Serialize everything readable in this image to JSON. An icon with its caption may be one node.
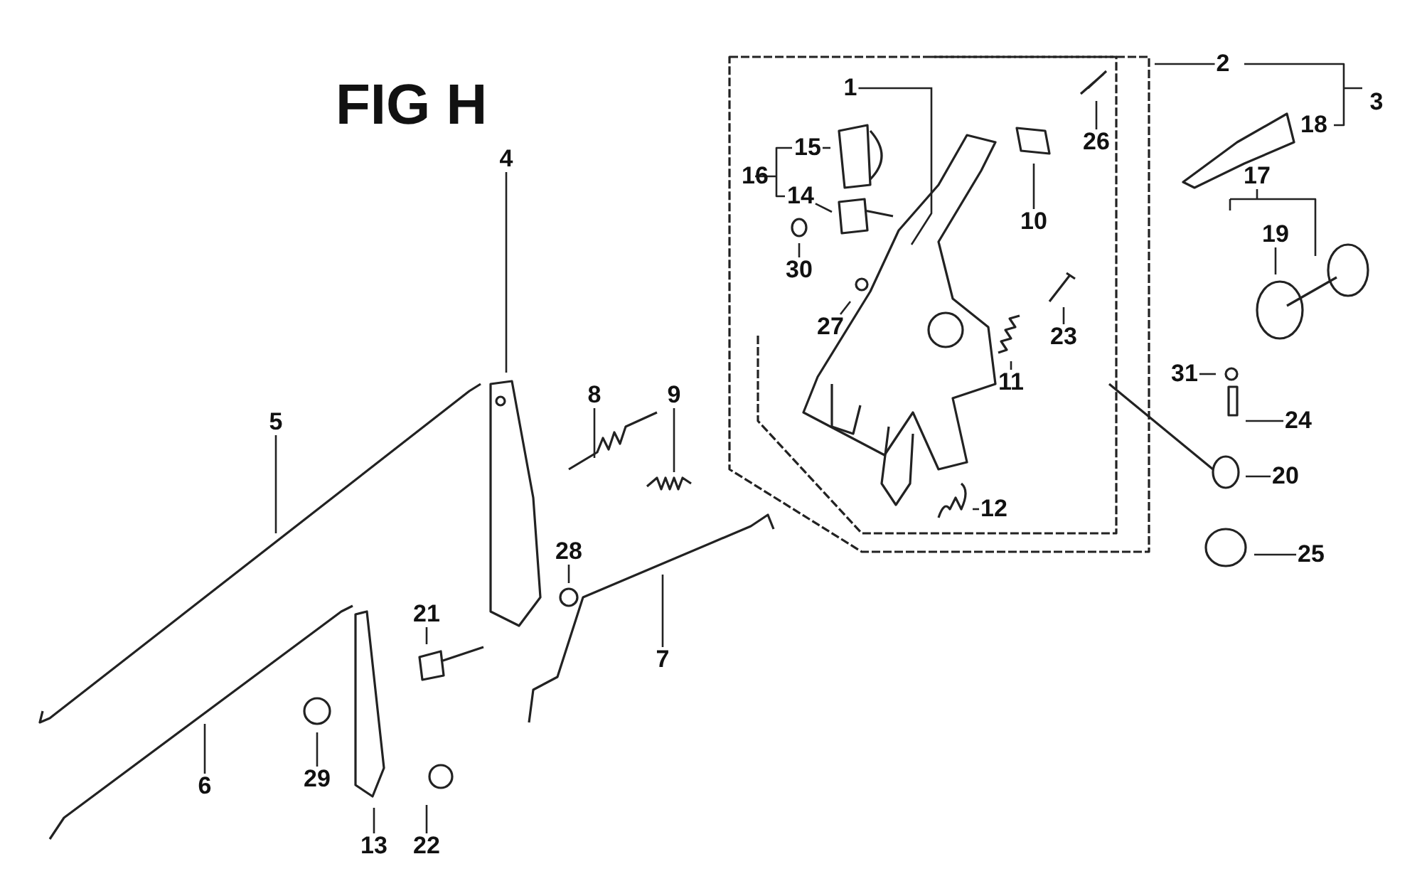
{
  "diagram": {
    "title": "FIG H",
    "nodes": [
      {
        "text": [
          "1"
        ]
      },
      {
        "text": [
          "2"
        ]
      },
      {
        "text": [
          "3"
        ]
      },
      {
        "text": [
          "4"
        ]
      },
      {
        "text": [
          "5"
        ]
      },
      {
        "text": [
          "6"
        ]
      },
      {
        "text": [
          "7"
        ]
      },
      {
        "text": [
          "8"
        ]
      },
      {
        "text": [
          "9"
        ]
      },
      {
        "text": [
          "10"
        ]
      },
      {
        "text": [
          "11"
        ]
      },
      {
        "text": [
          "12"
        ]
      },
      {
        "text": [
          "13"
        ]
      },
      {
        "text": [
          "14"
        ]
      },
      {
        "text": [
          "15"
        ]
      },
      {
        "text": [
          "16"
        ]
      },
      {
        "text": [
          "17"
        ]
      },
      {
        "text": [
          "18"
        ]
      },
      {
        "text": [
          "19"
        ]
      },
      {
        "text": [
          "20"
        ]
      },
      {
        "text": [
          "21"
        ]
      },
      {
        "text": [
          "22"
        ]
      },
      {
        "text": [
          "23"
        ]
      },
      {
        "text": [
          "24"
        ]
      },
      {
        "text": [
          "25"
        ]
      },
      {
        "text": [
          "26"
        ]
      },
      {
        "text": [
          "27"
        ]
      },
      {
        "text": [
          "28"
        ]
      },
      {
        "text": [
          "29"
        ]
      },
      {
        "text": [
          "30"
        ]
      },
      {
        "text": [
          "31"
        ]
      }
    ],
    "edges": [
      {
        "from": 0,
        "to": null,
        "arrow": "none"
      },
      {
        "from": 1,
        "to": null,
        "arrow": "none"
      },
      {
        "from": 3,
        "to": null,
        "arrow": "none"
      },
      {
        "from": 4,
        "to": null,
        "arrow": "none"
      },
      {
        "from": 5,
        "to": null,
        "arrow": "none"
      },
      {
        "from": 6,
        "to": null,
        "arrow": "none"
      },
      {
        "from": 7,
        "to": null,
        "arrow": "none"
      },
      {
        "from": 8,
        "to": null,
        "arrow": "none"
      },
      {
        "from": 9,
        "to": null,
        "arrow": "none"
      },
      {
        "from": 10,
        "to": null,
        "arrow": "none"
      },
      {
        "from": 11,
        "to": null,
        "arrow": "none"
      },
      {
        "from": 12,
        "to": null,
        "arrow": "none"
      },
      {
        "from": 13,
        "to": null,
        "arrow": "none"
      },
      {
        "from": 14,
        "to": null,
        "arrow": "none"
      },
      {
        "from": 18,
        "to": null,
        "arrow": "none"
      },
      {
        "from": 19,
        "to": null,
        "arrow": "none"
      },
      {
        "from": 20,
        "to": null,
        "arrow": "none"
      },
      {
        "from": 21,
        "to": null,
        "arrow": "none"
      },
      {
        "from": 22,
        "to": null,
        "arrow": "none"
      },
      {
        "from": 23,
        "to": null,
        "arrow": "none"
      },
      {
        "from": 24,
        "to": null,
        "arrow": "none"
      },
      {
        "from": 25,
        "to": null,
        "arrow": "none"
      },
      {
        "from": 26,
        "to": null,
        "arrow": "none"
      },
      {
        "from": 27,
        "to": null,
        "arrow": "none"
      },
      {
        "from": 28,
        "to": null,
        "arrow": "none"
      },
      {
        "from": 29,
        "to": null,
        "arrow": "none"
      },
      {
        "from": 30,
        "to": null,
        "arrow": "none"
      }
    ]
  }
}
